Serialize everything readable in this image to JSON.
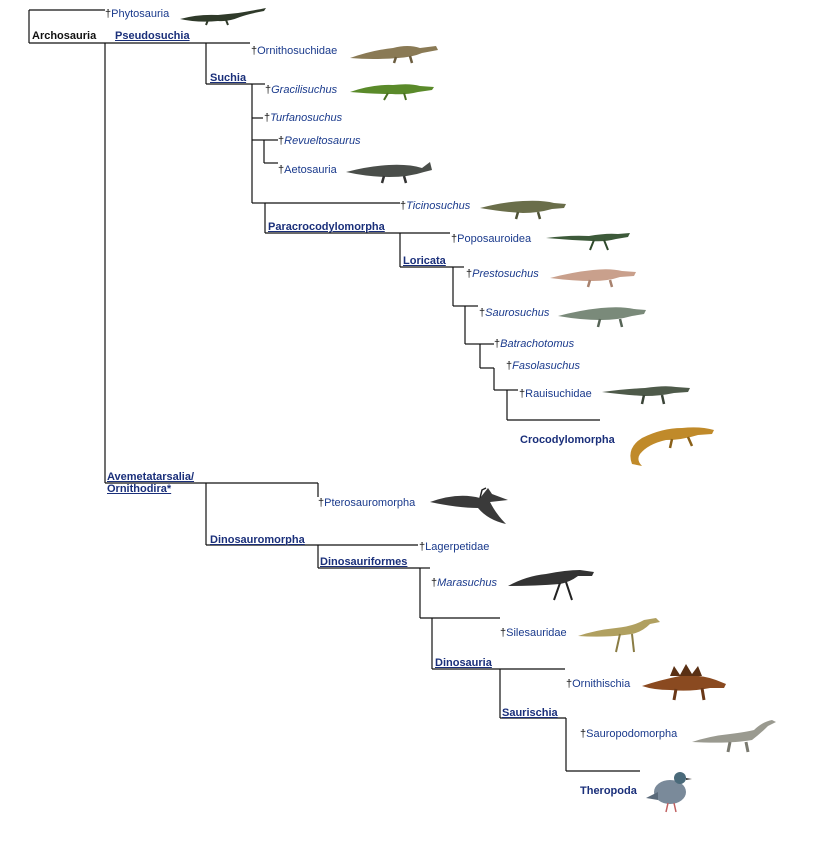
{
  "dagger": "†",
  "root": "Archosauria",
  "clades": {
    "pseudosuchia": "Pseudosuchia",
    "suchia": "Suchia",
    "paracrocodylomorpha": "Paracrocodylomorpha",
    "loricata": "Loricata",
    "crocodylomorpha": "Crocodylomorpha",
    "avemetatarsalia_1": "Avemetatarsalia/",
    "avemetatarsalia_2": "Ornithodira*",
    "dinosauromorpha": "Dinosauromorpha",
    "dinosauriformes": "Dinosauriformes",
    "dinosauria": "Dinosauria",
    "saurischia": "Saurischia",
    "theropoda": "Theropoda"
  },
  "taxa": {
    "phytosauria": "Phytosauria",
    "ornithosuchidae": "Ornithosuchidae",
    "gracilisuchus": "Gracilisuchus",
    "turfanosuchus": "Turfanosuchus",
    "revueltosaurus": "Revueltosaurus",
    "aetosauria": "Aetosauria",
    "ticinosuchus": "Ticinosuchus",
    "poposauroidea": "Poposauroidea",
    "prestosuchus": "Prestosuchus",
    "saurosuchus": "Saurosuchus",
    "batrachotomus": "Batrachotomus",
    "fasolasuchus": "Fasolasuchus",
    "rauisuchidae": "Rauisuchidae",
    "pterosauromorpha": "Pterosauromorpha",
    "lagerpetidae": "Lagerpetidae",
    "marasuchus": "Marasuchus",
    "silesauridae": "Silesauridae",
    "ornithischia": "Ornithischia",
    "sauropodomorpha": "Sauropodomorpha"
  },
  "colors": {
    "line": "#111111",
    "label": "#1a3a8c",
    "clade": "#1a2f7a"
  }
}
